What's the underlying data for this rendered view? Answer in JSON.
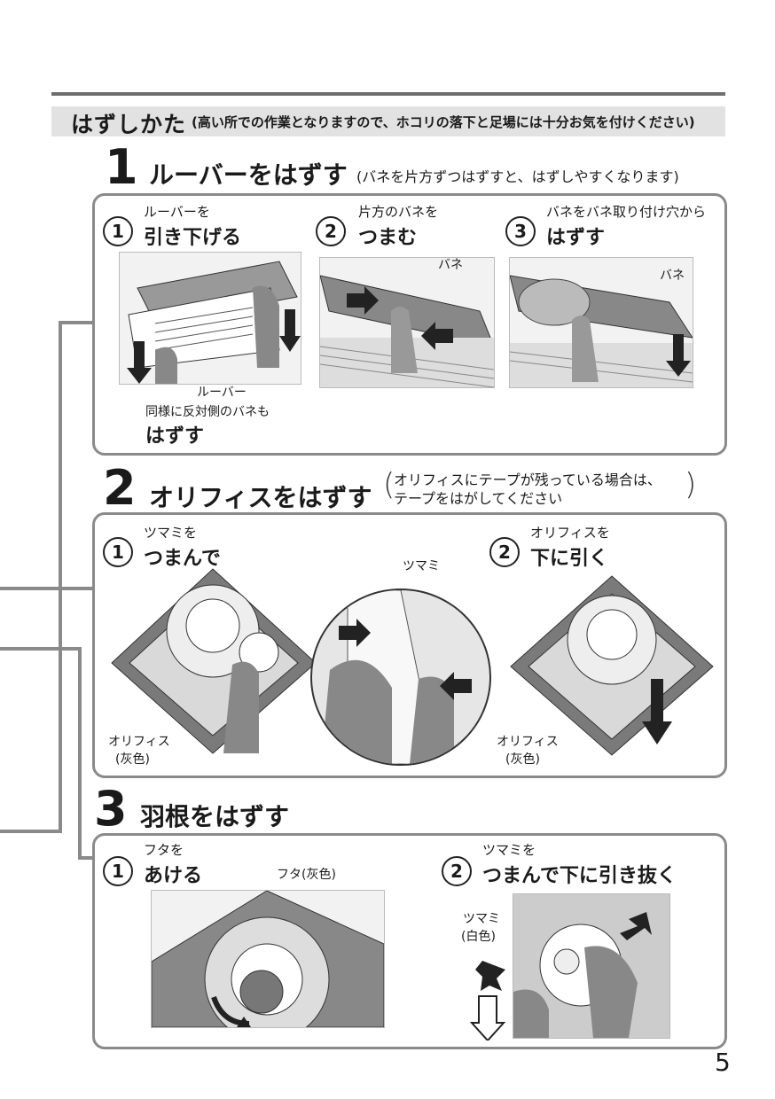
{
  "header": {
    "title": "はずしかた",
    "note": "(高い所での作業となりますので、ホコリの落下と足場には十分お気を付けください)"
  },
  "step1": {
    "num": "1",
    "title": "ルーバーをはずす",
    "note": "(バネを片方ずつはずすと、はずしやすくなります)",
    "sub": [
      {
        "num": "1",
        "small": "ルーバーを",
        "big": "引き下げる"
      },
      {
        "num": "2",
        "small": "片方のバネを",
        "big": "つまむ"
      },
      {
        "num": "3",
        "small": "バネをバネ取り付け穴から",
        "big": "はずす"
      }
    ],
    "label_louver": "ルーバー",
    "label_same": "同様に反対側のバネも",
    "label_same_big": "はずす",
    "label_bane": "バネ"
  },
  "step2": {
    "num": "2",
    "title": "オリフィスをはずす",
    "note_line1": "オリフィスにテープが残っている場合は、",
    "note_line2": "テープをはがしてください",
    "sub": [
      {
        "num": "1",
        "small": "ツマミを",
        "big": "つまんで"
      },
      {
        "num": "2",
        "small": "オリフィスを",
        "big": "下に引く"
      }
    ],
    "label_tsumami": "ツマミ",
    "label_orifice": "オリフィス",
    "label_gray": "(灰色)"
  },
  "step3": {
    "num": "3",
    "title": "羽根をはずす",
    "sub": [
      {
        "num": "1",
        "small": "フタを",
        "big": "あける"
      },
      {
        "num": "2",
        "small": "ツマミを",
        "big": "つまんで下に引き抜く"
      }
    ],
    "label_futa": "フタ(灰色)",
    "label_tsumami": "ツマミ",
    "label_white": "(白色)"
  },
  "page_number": "5"
}
